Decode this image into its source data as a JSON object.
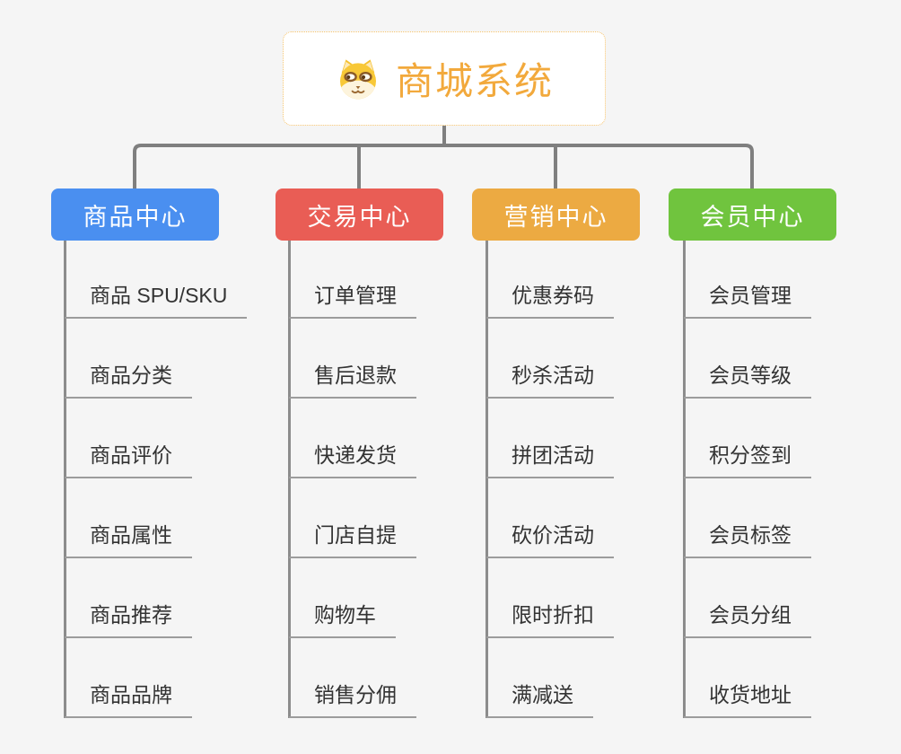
{
  "root": {
    "title": "商城系统",
    "icon": "dog-face-icon",
    "title_color": "#f2a93c",
    "border_color": "#f5c26b"
  },
  "canvas": {
    "background": "#f5f5f5",
    "connector_color": "#7f7f7f",
    "underline_color": "#9c9c9c"
  },
  "branches": [
    {
      "label": "商品中心",
      "color": "#4a8ff0",
      "items": [
        "商品 SPU/SKU",
        "商品分类",
        "商品评价",
        "商品属性",
        "商品推荐",
        "商品品牌"
      ]
    },
    {
      "label": "交易中心",
      "color": "#e95d55",
      "items": [
        "订单管理",
        "售后退款",
        "快递发货",
        "门店自提",
        "购物车",
        "销售分佣"
      ]
    },
    {
      "label": "营销中心",
      "color": "#ecaa42",
      "items": [
        "优惠券码",
        "秒杀活动",
        "拼团活动",
        "砍价活动",
        "限时折扣",
        "满减送"
      ]
    },
    {
      "label": "会员中心",
      "color": "#70c43e",
      "items": [
        "会员管理",
        "会员等级",
        "积分签到",
        "会员标签",
        "会员分组",
        "收货地址"
      ]
    }
  ]
}
